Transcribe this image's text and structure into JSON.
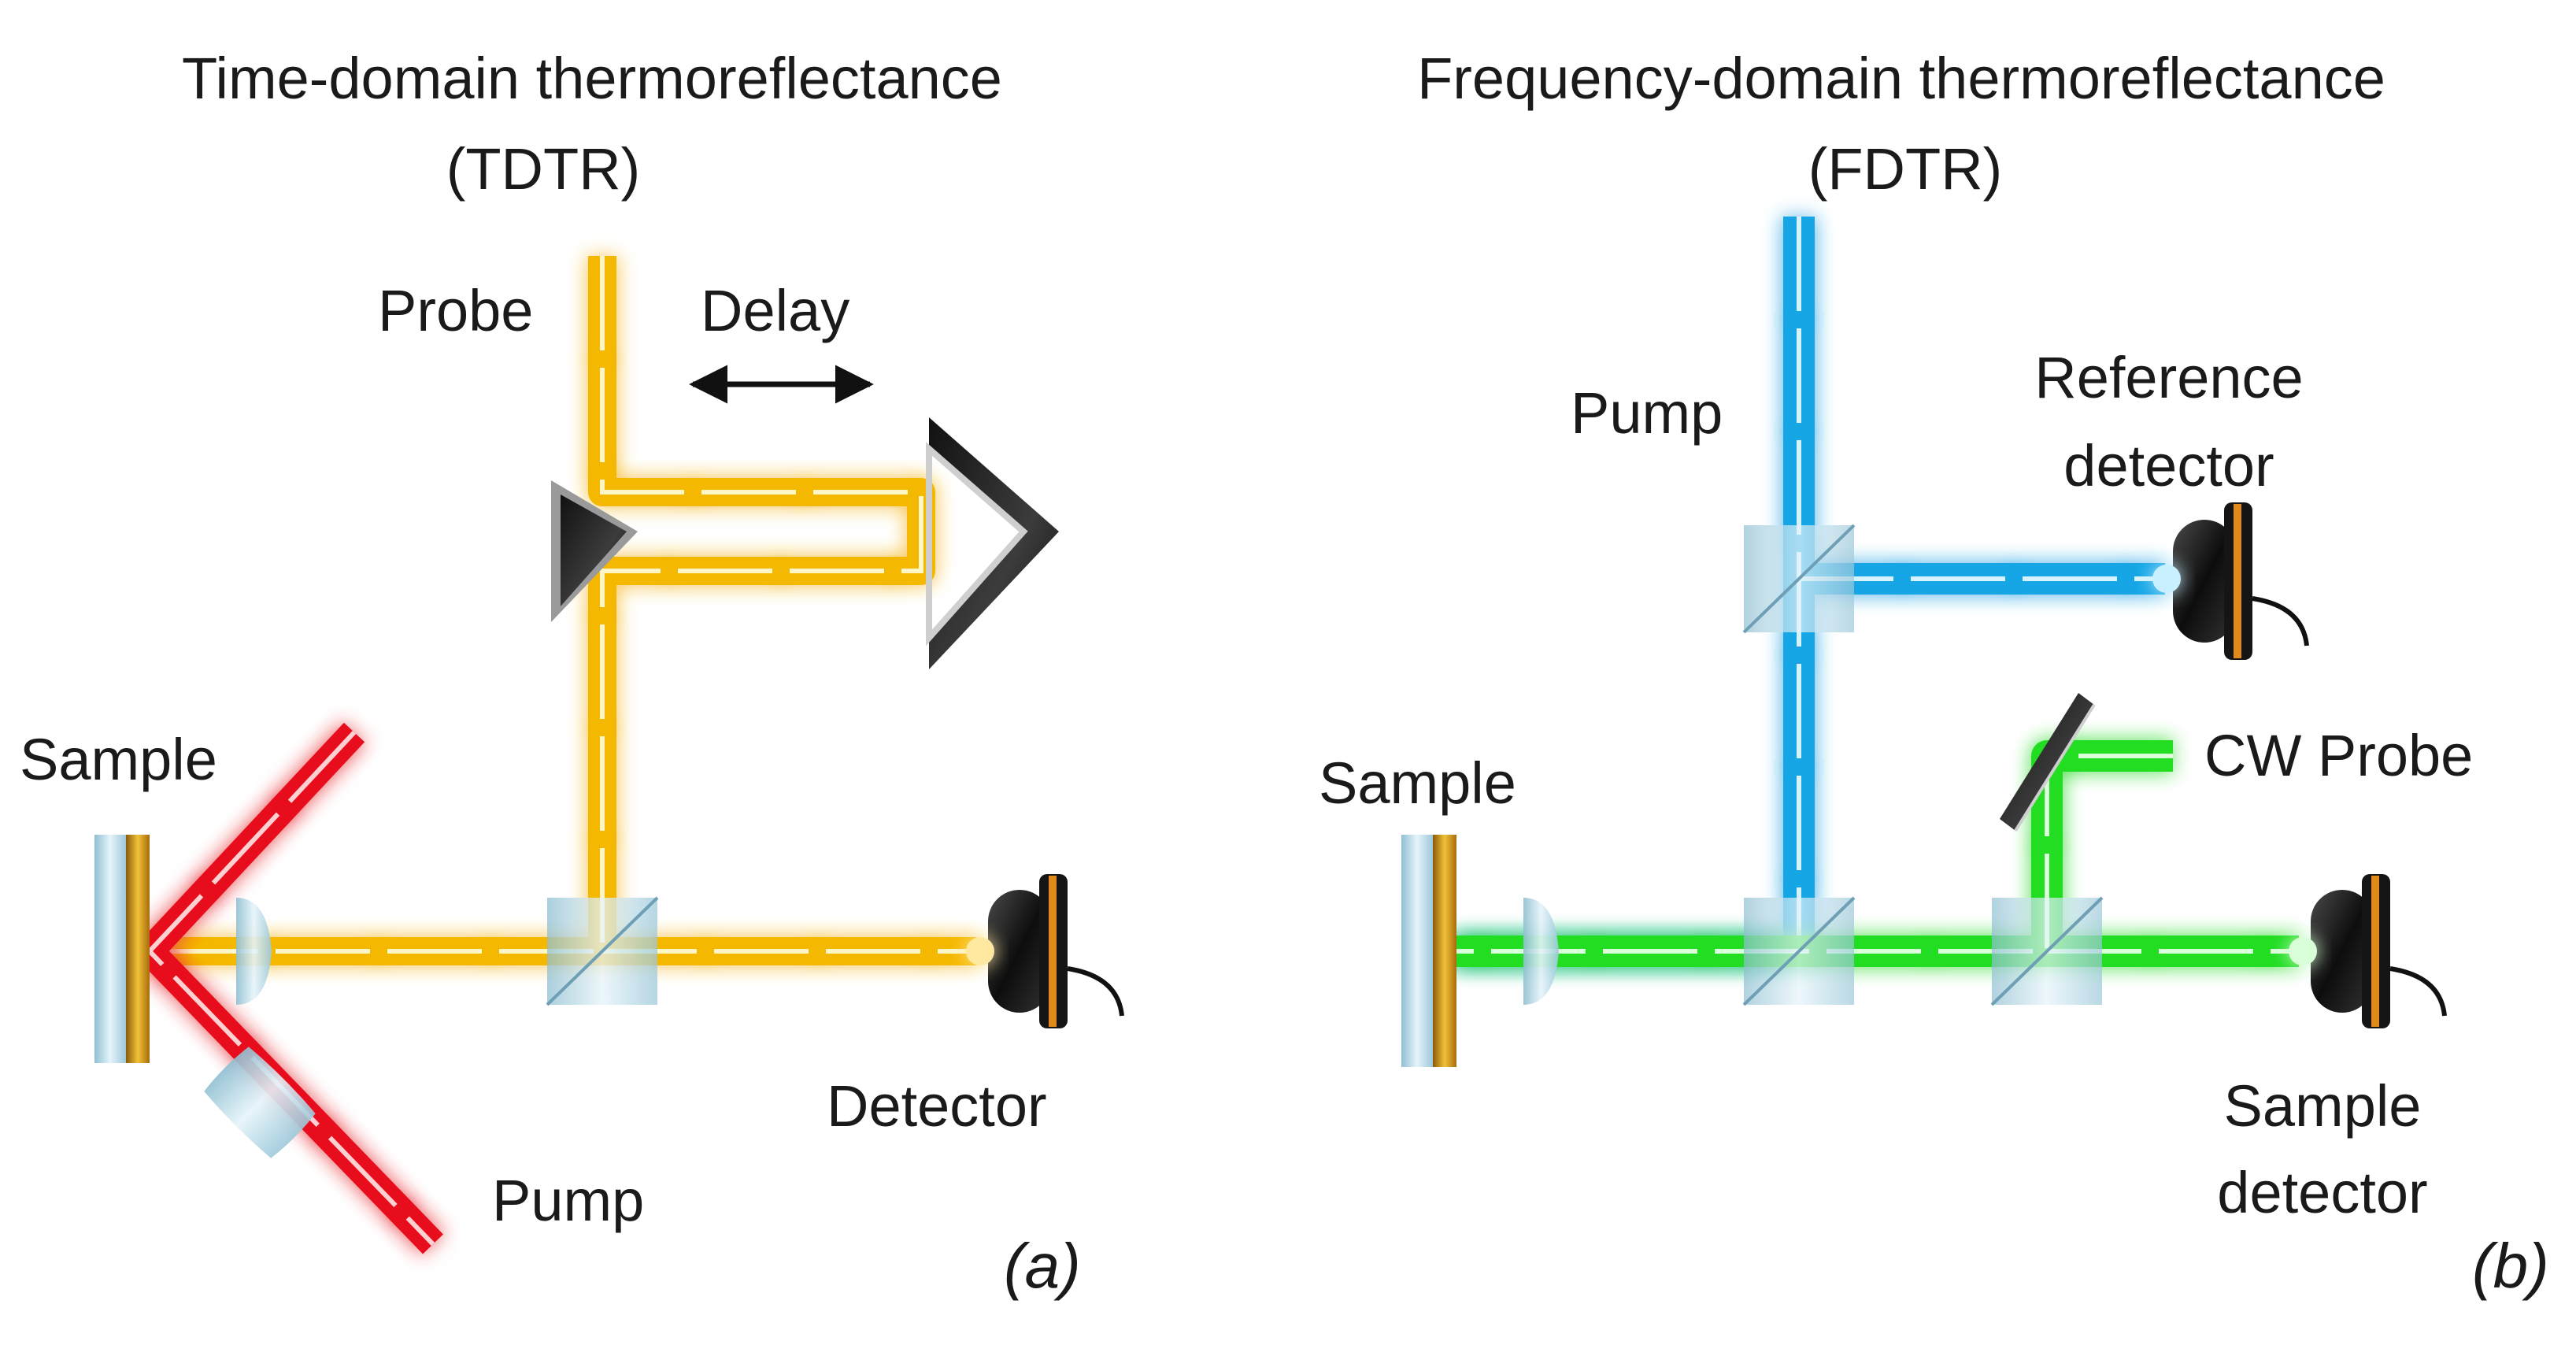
{
  "panels": [
    {
      "id": "a",
      "title_line1": "Time-domain thermoreflectance",
      "title_line2": "(TDTR)",
      "tag": "(a)",
      "labels": {
        "probe": "Probe",
        "delay": "Delay",
        "sample": "Sample",
        "detector": "Detector",
        "pump": "Pump"
      }
    },
    {
      "id": "b",
      "title_line1": "Frequency-domain thermoreflectance",
      "title_line2": "(FDTR)",
      "tag": "(b)",
      "labels": {
        "pump": "Pump",
        "reference_detector_line1": "Reference",
        "reference_detector_line2": "detector",
        "sample": "Sample",
        "cw_probe": "CW Probe",
        "sample_detector_line1": "Sample",
        "sample_detector_line2": "detector"
      }
    }
  ],
  "colors": {
    "probe_beam_tdtr": "#f5b800",
    "pump_beam_tdtr": "#e8101a",
    "pump_beam_fdtr": "#19a6e6",
    "probe_beam_fdtr": "#22dd22",
    "sample_gold": "#c8900e",
    "glass": "#b8d8e6",
    "detector_body": "#1a1a1a",
    "detector_band": "#e08a1c"
  },
  "icons": [
    "retroreflector-icon",
    "mirror-icon",
    "beamsplitter-icon",
    "lens-icon",
    "detector-icon",
    "sample-icon",
    "double-arrow-icon"
  ]
}
